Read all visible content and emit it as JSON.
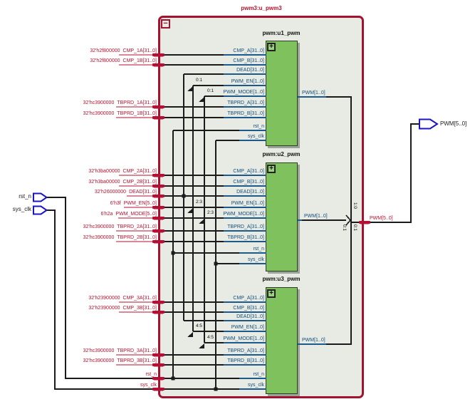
{
  "module": {
    "name": "pwm3:u_pwm3",
    "collapse_icon": "−",
    "expand_icon": "+"
  },
  "external": {
    "inputs": [
      {
        "name": "rst_n"
      },
      {
        "name": "sys_clk"
      }
    ],
    "output": {
      "name": "PWM[5..0]"
    },
    "output_net_label": "PWM[5..0]"
  },
  "instances": [
    {
      "name": "pwm:u1_pwm",
      "output": "PWM[1..0]",
      "ports": [
        "CMP_A[31..0]",
        "CMP_B[31..0]",
        "DEAD[31..0]",
        "PWM_EN[1..0]",
        "PWM_MODE[1..0]",
        "TBPRD_A[31..0]",
        "TBPRD_B[31..0]",
        "rst_n",
        "sys_clk"
      ]
    },
    {
      "name": "pwm:u2_pwm",
      "output": "PWM[1..0]",
      "ports": [
        "CMP_A[31..0]",
        "CMP_B[31..0]",
        "DEAD[31..0]",
        "PWM_EN[1..0]",
        "PWM_MODE[1..0]",
        "TBPRD_A[31..0]",
        "TBPRD_B[31..0]",
        "rst_n",
        "sys_clk"
      ]
    },
    {
      "name": "pwm:u3_pwm",
      "output": "PWM[1..0]",
      "ports": [
        "CMP_A[31..0]",
        "CMP_B[31..0]",
        "DEAD[31..0]",
        "PWM_EN[1..0]",
        "PWM_MODE[1..0]",
        "TBPRD_A[31..0]",
        "TBPRD_B[31..0]",
        "rst_n",
        "sys_clk"
      ]
    }
  ],
  "net_labels": [
    {
      "value": "32'h2f800000",
      "name": "CMP_1A[31..0]"
    },
    {
      "value": "32'h2f800000",
      "name": "CMP_1B[31..0]"
    },
    {
      "value": "32'hc3900000",
      "name": "TBPRD_1A[31..0]"
    },
    {
      "value": "32'hc3900000",
      "name": "TBPRD_1B[31..0]"
    },
    {
      "value": "32'h3ba00000",
      "name": "CMP_2A[31..0]"
    },
    {
      "value": "32'h3ba00000",
      "name": "CMP_2B[31..0]"
    },
    {
      "value": "32'h26000000",
      "name": "DEAD[31..0]"
    },
    {
      "value": "6'h3f",
      "name": "PWM_EN[5..0]"
    },
    {
      "value": "6'h2a",
      "name": "PWM_MODE[5..0]"
    },
    {
      "value": "32'hc3900000",
      "name": "TBPRD_2A[31..0]"
    },
    {
      "value": "32'hc3900000",
      "name": "TBPRD_2B[31..0]"
    },
    {
      "value": "32'h23900000",
      "name": "CMP_3A[31..0]"
    },
    {
      "value": "32'h23900000",
      "name": "CMP_3B[31..0]"
    },
    {
      "value": "32'hc3900000",
      "name": "TBPRD_3A[31..0]"
    },
    {
      "value": "32'hc3900000",
      "name": "TBPRD_3B[31..0]"
    },
    {
      "value": "",
      "name": "rst_n"
    },
    {
      "value": "",
      "name": "sys_clk"
    }
  ],
  "slice_labels": [
    "0:1",
    "0:1",
    "2:3",
    "2:3",
    "4:5",
    "4:5"
  ],
  "merge_labels": [
    "1:0",
    "0:1",
    "0:1"
  ],
  "colors": {
    "module_border": "#a5122f",
    "red_text": "#b5122d",
    "instance_fill": "#7ec15d",
    "port_text": "#134e7f",
    "io_symbol": "#1a16c8",
    "wire": "#1b1b1b"
  }
}
